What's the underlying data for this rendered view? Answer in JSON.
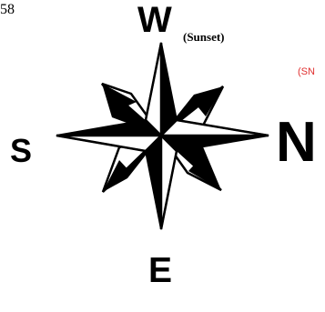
{
  "page_number": "58",
  "directions": {
    "top": "W",
    "left": "S",
    "right": "N",
    "bottom": "E"
  },
  "annotations": {
    "sunset": "(Sunset)",
    "red_note": "(SN"
  },
  "colors": {
    "ink": "#000000",
    "paper": "#ffffff",
    "red_note": "#e03030"
  }
}
